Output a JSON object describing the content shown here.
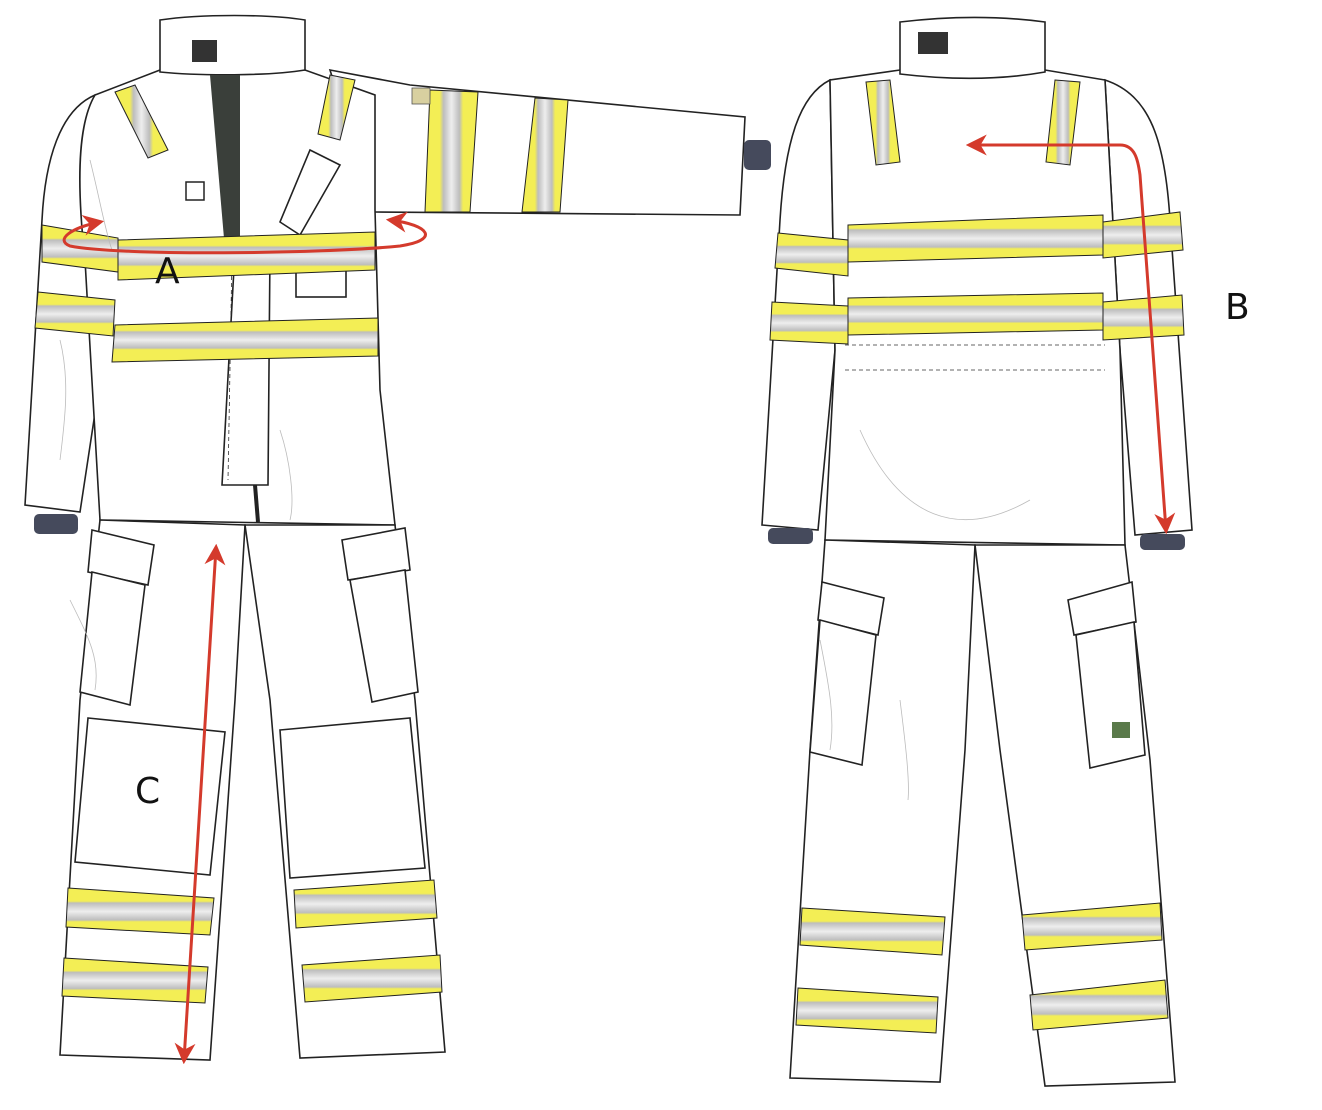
{
  "labels": {
    "a": "A",
    "b": "B",
    "c": "C"
  },
  "colors": {
    "arrow": "#d43a2c",
    "reflective_yellow": "#f3ee55",
    "reflective_gray": "#c4c4c4",
    "cuff": "#454a5c"
  }
}
